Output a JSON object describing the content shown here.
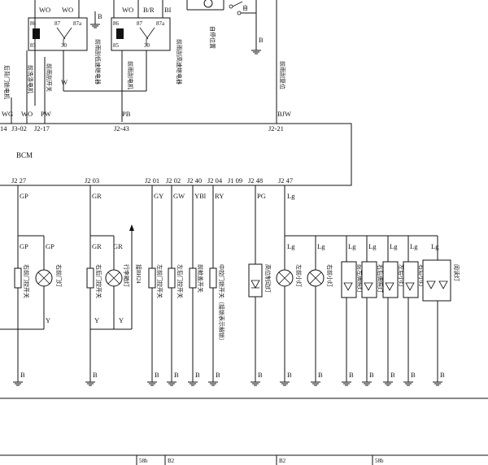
{
  "relays": [
    {
      "wire_in": "WO",
      "wire_out": "WO",
      "pin_left": "86",
      "pin_mid": "87",
      "pin_right": "87a",
      "pin_bottom_left": "85",
      "pin_bottom": "30",
      "ground": "B",
      "label": "前雨刮低速继电器"
    },
    {
      "wire_in": "WO",
      "wire_out": "B/R",
      "wire_right": "BI",
      "pin_left": "86",
      "pin_mid": "87",
      "pin_right": "87a",
      "pin_bottom_left": "85",
      "pin_bottom": "30",
      "label": "前雨刮高速继电器"
    }
  ],
  "top_right": {
    "label_a": "自停位置",
    "label_b": "自",
    "ground": "B",
    "bottom_label": "前雨刮复位"
  },
  "upper_labels": {
    "rear_door": "后背门锁电机",
    "washer": "前洗涤电机",
    "wiper_switch": "前雨刮开关",
    "wiper_motor": "前雨刮电机",
    "wire_w": "W"
  },
  "bcm": {
    "name": "BCM",
    "top_wires": [
      "WG",
      "WO",
      "PW",
      "PB",
      "BJW"
    ],
    "top_pins": [
      "14",
      "J3-02",
      "J2-17",
      "J2-43",
      "J2-21"
    ],
    "bottom_pins": [
      "J2 27",
      "J2 03",
      "J2 01",
      "J2 02",
      "J2 40",
      "J2 04",
      "J1 09",
      "J2 48",
      "J2 47"
    ],
    "bottom_wires": [
      "GP",
      "GR",
      "GY",
      "GW",
      "YBl",
      "RY",
      "PG",
      "Lg"
    ]
  },
  "lower": {
    "gp_pair": [
      "GP",
      "GP"
    ],
    "gr_pair": [
      "GR",
      "GR"
    ],
    "lg_labels": [
      "Lg",
      "Lg",
      "Lg",
      "Lg",
      "Lg",
      "Lg",
      "Lg"
    ],
    "y_labels": [
      "Y",
      "Y",
      "Y"
    ],
    "ground": "B",
    "labels": {
      "front_right_switch": "右前门控开关",
      "front_right_lamp": "右前门灯",
      "rear_right_switch": "右后门控开关",
      "row_lamp": "行李箱灯",
      "trunk_switch": "接BH24",
      "front_left_switch": "左前门控开关",
      "rear_left_switch": "左后门控开关",
      "hood_switch": "前舱盖开关",
      "center_lock": "中控门锁开关（接锁表示解锁）",
      "high_brake": "高位制动灯",
      "left_small": "左前小灯",
      "right_small": "右前小灯",
      "led1": "前左牌照灯",
      "led2": "右后牌照灯",
      "led3": "左后小灯",
      "led4": "右后小灯",
      "reading": "阅读灯"
    }
  },
  "footer": {
    "c1": "58b",
    "c2": "B2",
    "c3": "B2",
    "c4": "58b"
  }
}
